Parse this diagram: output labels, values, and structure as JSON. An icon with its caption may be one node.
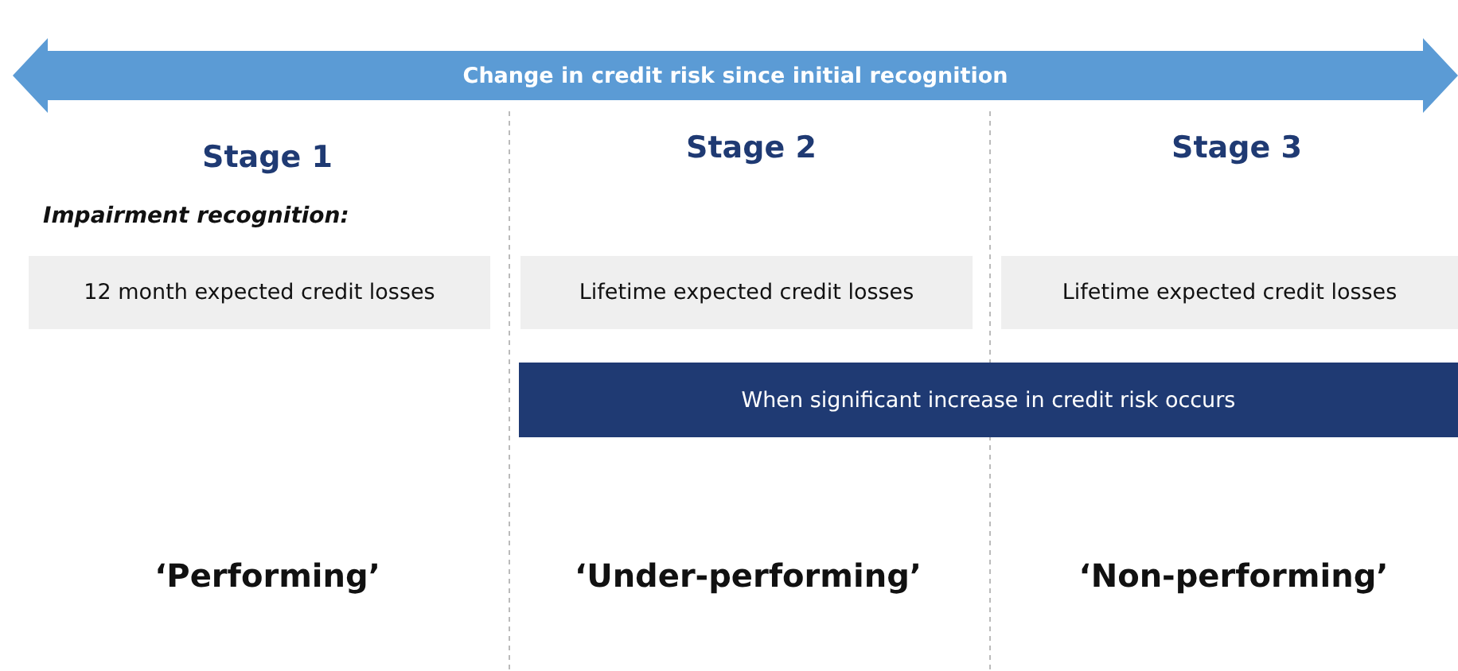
{
  "diagram": {
    "nodes": [
      {
        "text": [
          "Change in credit risk since initial recognition"
        ]
      },
      {
        "text": [
          "12  month expected credit losses"
        ]
      },
      {
        "text": [
          "Lifetime expected credit losses"
        ]
      },
      {
        "text": [
          "Lifetime expected credit losses"
        ]
      },
      {
        "text": [
          "When significant increase in credit risk occurs"
        ]
      }
    ],
    "edges": [],
    "labels": [
      "Stage 1",
      "Stage 2",
      "Stage 3",
      "Impairment recognition:",
      "‘Performing’",
      "‘Under-performing’",
      "‘Non-performing’"
    ]
  }
}
